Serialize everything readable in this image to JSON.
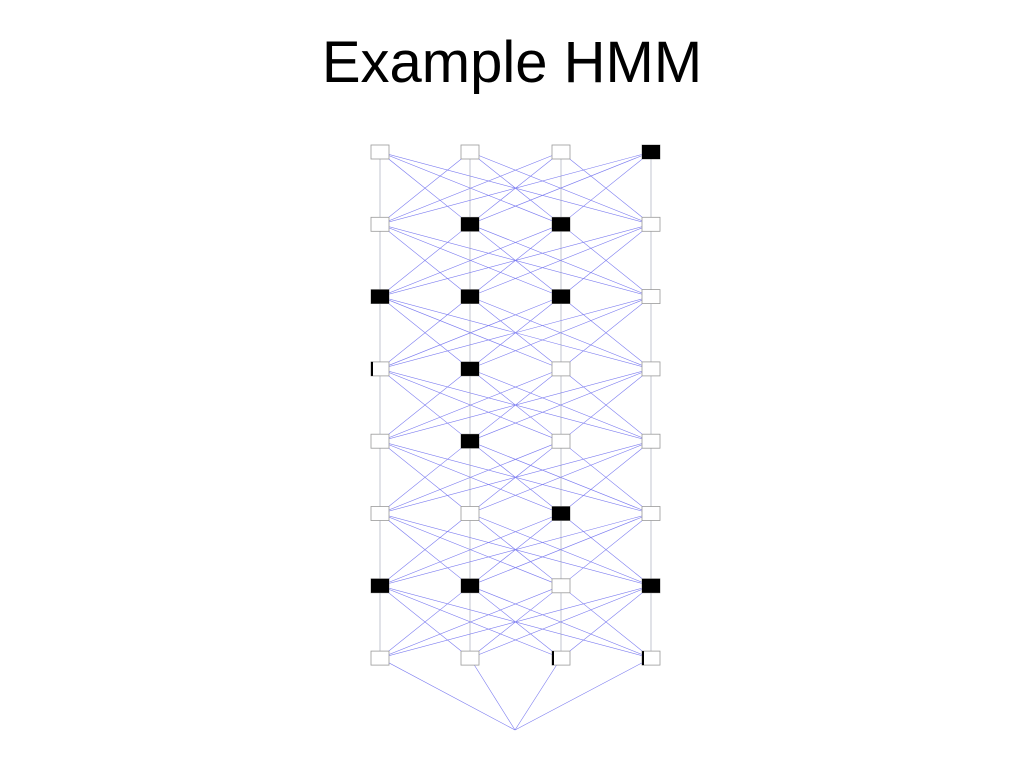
{
  "slide": {
    "title": "Example HMM"
  },
  "colors": {
    "edge": "#7b7bf0",
    "column_line": "#9aa0b0",
    "node_border": "#9a9a9a",
    "filled": "#000000",
    "empty": "#ffffff"
  },
  "hmm": {
    "layers": 8,
    "states_per_layer": 4,
    "fill": [
      [
        0,
        0,
        0,
        1
      ],
      [
        0,
        1,
        1,
        0
      ],
      [
        1,
        1,
        1,
        0
      ],
      [
        0.1,
        1,
        0,
        0
      ],
      [
        0,
        1,
        0,
        0
      ],
      [
        0,
        0,
        1,
        0
      ],
      [
        1,
        1,
        0,
        1
      ],
      [
        0,
        0,
        0.1,
        0.1
      ]
    ],
    "has_end_node": true
  }
}
